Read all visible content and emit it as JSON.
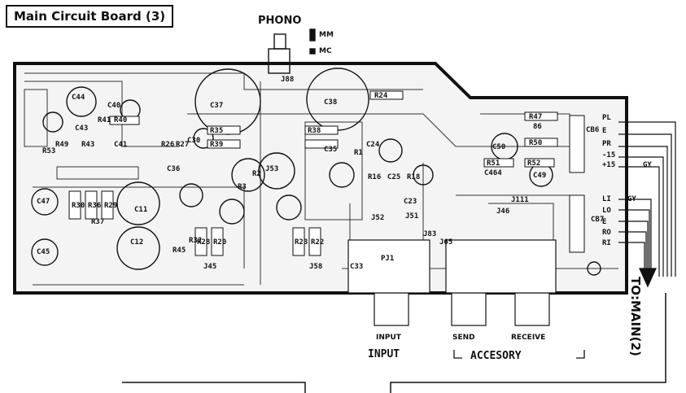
{
  "title": "Main Circuit Board (3)",
  "phono": {
    "label": "PHONO",
    "mm": "MM",
    "mc": "MC"
  },
  "bottom_labels": {
    "input_small": "INPUT",
    "input_big": "INPUT",
    "send": "SEND",
    "receive": "RECEIVE",
    "accessory": "ACCESORY"
  },
  "to_main": "TO:MAIN(2)",
  "connectors": {
    "right_top": [
      "PL",
      "E",
      "PR",
      "-15",
      "+15"
    ],
    "right_bottom": [
      "LI",
      "LO",
      "E",
      "RO",
      "RI"
    ],
    "gy": "GY",
    "cb6": "CB6",
    "cb7": "CB7"
  },
  "component_labels": [
    {
      "t": "C44"
    },
    {
      "t": "C40"
    },
    {
      "t": "R40"
    },
    {
      "t": "R35"
    },
    {
      "t": "C30"
    },
    {
      "t": "R39"
    },
    {
      "t": "R38"
    },
    {
      "t": "C24"
    },
    {
      "t": "R24"
    },
    {
      "t": "C38"
    },
    {
      "t": "C37"
    },
    {
      "t": "J88"
    },
    {
      "t": "R47"
    },
    {
      "t": "R50"
    },
    {
      "t": "C50"
    },
    {
      "t": "R51"
    },
    {
      "t": "C464"
    },
    {
      "t": "R52"
    },
    {
      "t": "C49"
    },
    {
      "t": "C47"
    },
    {
      "t": "C45"
    },
    {
      "t": "R30"
    },
    {
      "t": "R36"
    },
    {
      "t": "R29"
    },
    {
      "t": "R28"
    },
    {
      "t": "R20"
    },
    {
      "t": "R23"
    },
    {
      "t": "R22"
    },
    {
      "t": "C33"
    },
    {
      "t": "PJ1"
    },
    {
      "t": "J45"
    },
    {
      "t": "J58"
    },
    {
      "t": "J46"
    },
    {
      "t": "J111"
    },
    {
      "t": "R45"
    },
    {
      "t": "C36"
    },
    {
      "t": "R26"
    },
    {
      "t": "R27"
    },
    {
      "t": "C41"
    },
    {
      "t": "R41"
    },
    {
      "t": "C43"
    },
    {
      "t": "R43"
    },
    {
      "t": "R53"
    },
    {
      "t": "R49"
    },
    {
      "t": "R18"
    },
    {
      "t": "C25"
    },
    {
      "t": "C23"
    },
    {
      "t": "R16"
    },
    {
      "t": "C35"
    },
    {
      "t": "R1"
    },
    {
      "t": "R32"
    },
    {
      "t": "R2"
    },
    {
      "t": "R3"
    },
    {
      "t": "C12"
    },
    {
      "t": "C11"
    },
    {
      "t": "J53"
    },
    {
      "t": "J51"
    },
    {
      "t": "J52"
    },
    {
      "t": "J65"
    },
    {
      "t": "J83"
    },
    {
      "t": "86"
    },
    {
      "t": "R37"
    }
  ],
  "colors": {
    "ink": "#111111",
    "paper": "#ffffff",
    "board_fill": "#f4f4f4"
  }
}
